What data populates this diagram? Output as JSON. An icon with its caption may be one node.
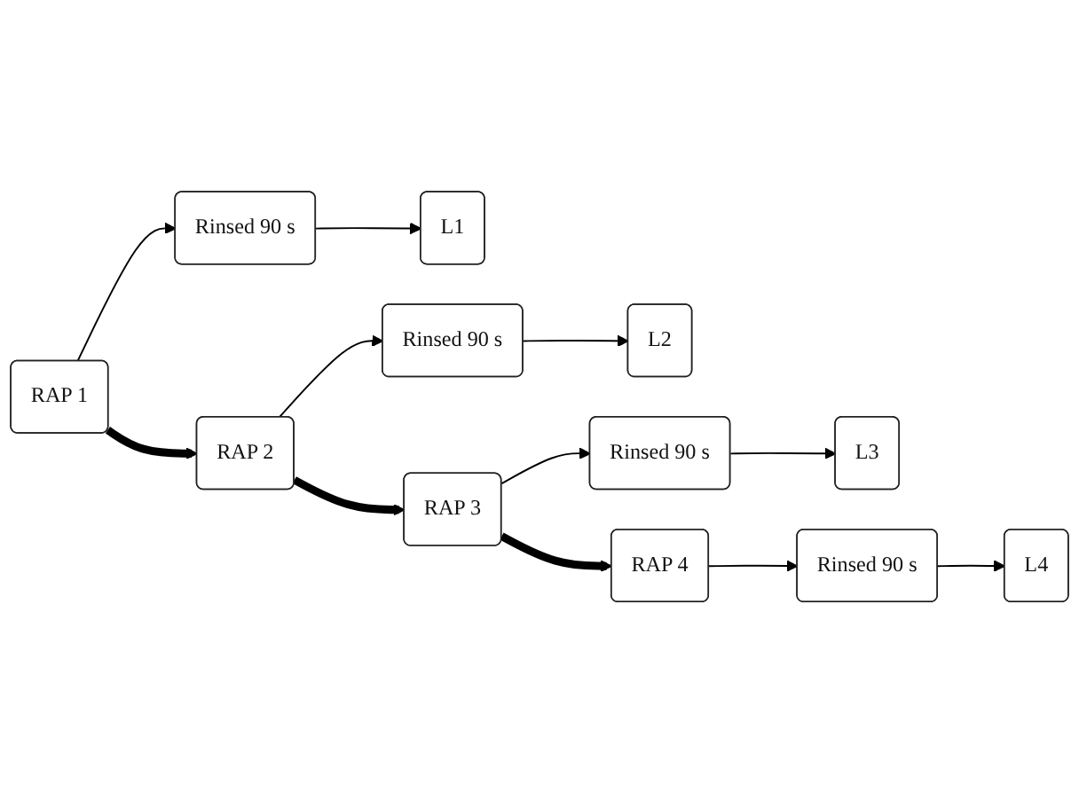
{
  "diagram": {
    "nodes": [
      {
        "text": [
          "RAP 1"
        ]
      },
      {
        "text": [
          "Rinsed 90 s"
        ]
      },
      {
        "text": [
          "L1"
        ]
      },
      {
        "text": [
          "RAP 2"
        ]
      },
      {
        "text": [
          "Rinsed 90 s"
        ]
      },
      {
        "text": [
          "L2"
        ]
      },
      {
        "text": [
          "RAP 3"
        ]
      },
      {
        "text": [
          "Rinsed 90 s"
        ]
      },
      {
        "text": [
          "L3"
        ]
      },
      {
        "text": [
          "RAP 4"
        ]
      },
      {
        "text": [
          "Rinsed 90 s"
        ]
      },
      {
        "text": [
          "L4"
        ]
      }
    ],
    "edges": [
      {
        "from": 0,
        "to": 1,
        "arrow": "to"
      },
      {
        "from": 1,
        "to": 2,
        "arrow": "to"
      },
      {
        "from": 0,
        "to": 3,
        "arrow": "to",
        "style": "thick"
      },
      {
        "from": 3,
        "to": 4,
        "arrow": "to"
      },
      {
        "from": 4,
        "to": 5,
        "arrow": "to"
      },
      {
        "from": 3,
        "to": 6,
        "arrow": "to",
        "style": "thick"
      },
      {
        "from": 6,
        "to": 7,
        "arrow": "to"
      },
      {
        "from": 7,
        "to": 8,
        "arrow": "to"
      },
      {
        "from": 6,
        "to": 9,
        "arrow": "to",
        "style": "thick"
      },
      {
        "from": 9,
        "to": 10,
        "arrow": "to"
      },
      {
        "from": 10,
        "to": 11,
        "arrow": "to"
      }
    ]
  }
}
